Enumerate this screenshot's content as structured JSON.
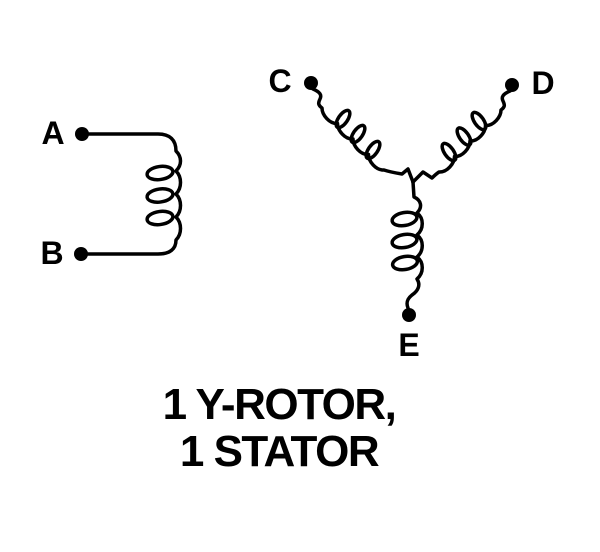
{
  "figure": {
    "caption": {
      "line1": "1 Y-ROTOR,",
      "line2": "1 STATOR"
    },
    "terminals": {
      "a": "A",
      "b": "B",
      "c": "C",
      "d": "D",
      "e": "E"
    },
    "colors": {
      "ink": "#000000",
      "background": "#ffffff"
    }
  }
}
